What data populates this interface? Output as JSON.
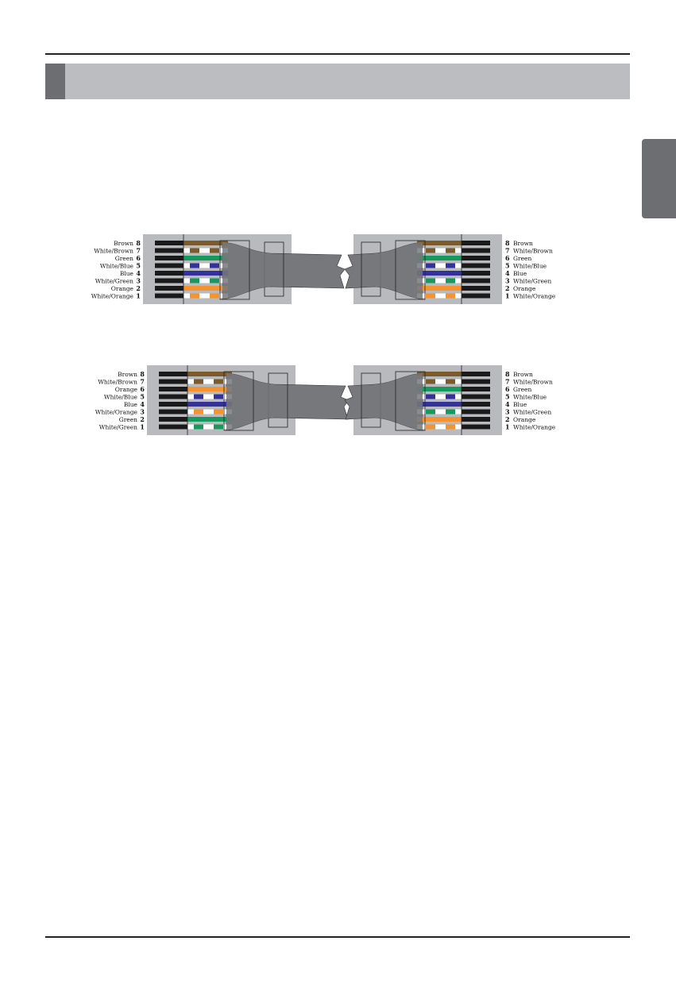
{
  "colors": {
    "brown": "#7b5a2c",
    "green": "#17985c",
    "blue": "#34329a",
    "orange": "#f39332",
    "box": "#b9babd",
    "cable": "#77787b",
    "black": "#1a1a1a"
  },
  "diagrams": [
    {
      "left": {
        "pins": [
          "8",
          "7",
          "6",
          "5",
          "4",
          "3",
          "2",
          "1"
        ],
        "labels": [
          "Brown",
          "White/Brown",
          "Green",
          "White/Blue",
          "Blue",
          "White/Green",
          "Orange",
          "White/Orange"
        ],
        "wires": [
          "brown",
          "w-brown",
          "green",
          "w-blue",
          "blue",
          "w-green",
          "orange",
          "w-orange"
        ]
      },
      "right": {
        "pins": [
          "8",
          "7",
          "6",
          "5",
          "4",
          "3",
          "2",
          "1"
        ],
        "labels": [
          "Brown",
          "White/Brown",
          "Green",
          "White/Blue",
          "Blue",
          "White/Green",
          "Orange",
          "White/Orange"
        ],
        "wires": [
          "brown",
          "w-brown",
          "green",
          "w-blue",
          "blue",
          "w-green",
          "orange",
          "w-orange"
        ]
      }
    },
    {
      "left": {
        "pins": [
          "8",
          "7",
          "6",
          "5",
          "4",
          "3",
          "2",
          "1"
        ],
        "labels": [
          "Brown",
          "White/Brown",
          "Orange",
          "White/Blue",
          "Blue",
          "White/Orange",
          "Green",
          "White/Green"
        ],
        "wires": [
          "brown",
          "w-brown",
          "orange",
          "w-blue",
          "blue",
          "w-orange",
          "green",
          "w-green"
        ]
      },
      "right": {
        "pins": [
          "8",
          "7",
          "6",
          "5",
          "4",
          "3",
          "2",
          "1"
        ],
        "labels": [
          "Brown",
          "White/Brown",
          "Green",
          "White/Blue",
          "Blue",
          "White/Green",
          "Orange",
          "White/Orange"
        ],
        "wires": [
          "brown",
          "w-brown",
          "green",
          "w-blue",
          "blue",
          "w-green",
          "orange",
          "w-orange"
        ]
      }
    }
  ]
}
